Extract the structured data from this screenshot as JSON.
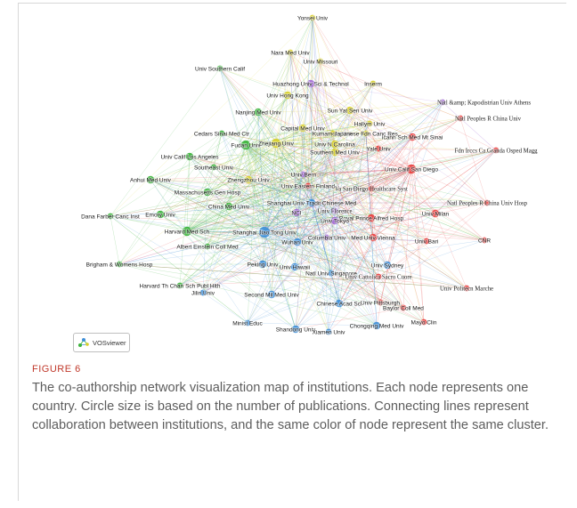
{
  "figure": {
    "label": "FIGURE 6",
    "caption": "The co-authorship network visualization map of institutions. Each node represents one country. Circle size is based on the number of publications. Connecting lines represent collaboration between institutions, and the same color of node represent the same cluster."
  },
  "logo": {
    "text": "VOSviewer",
    "icon": "vosviewer-network-icon"
  },
  "clusters": {
    "red": "#e8403f",
    "green": "#3bb33b",
    "blue": "#3f8fd8",
    "yellow": "#d8cf2a",
    "purple": "#a36ad6"
  },
  "nodes": [
    {
      "label": "Yonsei Univ",
      "cluster": "yellow",
      "size": 2
    },
    {
      "label": "Nara Med Univ",
      "cluster": "yellow",
      "size": 2
    },
    {
      "label": "Univ Missouri",
      "cluster": "yellow",
      "size": 2
    },
    {
      "label": "Univ Southern Calif",
      "cluster": "green",
      "size": 2
    },
    {
      "label": "Inserm",
      "cluster": "yellow",
      "size": 2
    },
    {
      "label": "Huazhong Univ Sci & Technol",
      "cluster": "purple",
      "size": 3
    },
    {
      "label": "Natl &amp; Kapodistrian Univ Athens",
      "cluster": "purple",
      "size": 2
    },
    {
      "label": "Univ Hong Kong",
      "cluster": "yellow",
      "size": 3
    },
    {
      "label": "Sun Yat Sen Univ",
      "cluster": "yellow",
      "size": 3
    },
    {
      "label": "Nanjing Med Univ",
      "cluster": "green",
      "size": 3
    },
    {
      "label": "Capital Med Univ",
      "cluster": "yellow",
      "size": 3
    },
    {
      "label": "Hallym Univ",
      "cluster": "yellow",
      "size": 2
    },
    {
      "label": "Natl Peoples R China Univ",
      "cluster": "red",
      "size": 2
    },
    {
      "label": "Cedars Sinai Med Ctr",
      "cluster": "green",
      "size": 2
    },
    {
      "label": "Kumamoto Univ",
      "cluster": "yellow",
      "size": 2
    },
    {
      "label": "Icahn Sch Med Mt Sinai",
      "cluster": "red",
      "size": 3
    },
    {
      "label": "Japanese Fdn Canc Res",
      "cluster": "yellow",
      "size": 2
    },
    {
      "label": "Fudan Univ",
      "cluster": "green",
      "size": 4
    },
    {
      "label": "Zhejiang Univ",
      "cluster": "yellow",
      "size": 4
    },
    {
      "label": "Univ N Carolina",
      "cluster": "yellow",
      "size": 3
    },
    {
      "label": "Yale Univ",
      "cluster": "red",
      "size": 2
    },
    {
      "label": "Univ Calif Los Angeles",
      "cluster": "green",
      "size": 3
    },
    {
      "label": "Southern Med Univ",
      "cluster": "yellow",
      "size": 3
    },
    {
      "label": "Fdn Irccs Ca Granda Osped Magg",
      "cluster": "red",
      "size": 2
    },
    {
      "label": "Southeast Univ",
      "cluster": "green",
      "size": 2
    },
    {
      "label": "Univ Calif San Diego",
      "cluster": "red",
      "size": 4
    },
    {
      "label": "Anhui Med Univ",
      "cluster": "green",
      "size": 3
    },
    {
      "label": "Zhengzhou Univ",
      "cluster": "yellow",
      "size": 3
    },
    {
      "label": "Univ Bern",
      "cluster": "purple",
      "size": 2
    },
    {
      "label": "Massachusetts Gen Hosp",
      "cluster": "green",
      "size": 3
    },
    {
      "label": "Univ Eastern Finland",
      "cluster": "red",
      "size": 2
    },
    {
      "label": "Va San Diego Healthcare Syst",
      "cluster": "red",
      "size": 2
    },
    {
      "label": "China Med Univ",
      "cluster": "green",
      "size": 3
    },
    {
      "label": "Shanghai Univ Tradit Chinese Med",
      "cluster": "blue",
      "size": 3
    },
    {
      "label": "NCI",
      "cluster": "purple",
      "size": 3
    },
    {
      "label": "Univ Florence",
      "cluster": "purple",
      "size": 2
    },
    {
      "label": "Univ Milan",
      "cluster": "red",
      "size": 3
    },
    {
      "label": "Natl Peoples R China Univ Hosp",
      "cluster": "red",
      "size": 2
    },
    {
      "label": "Dana Farber Canc Inst",
      "cluster": "green",
      "size": 2
    },
    {
      "label": "Emory Univ",
      "cluster": "green",
      "size": 3
    },
    {
      "label": "Royal Prince Alfred Hosp",
      "cluster": "red",
      "size": 3
    },
    {
      "label": "Harvard Med Sch",
      "cluster": "green",
      "size": 4
    },
    {
      "label": "Shanghai Jiao Tong Univ",
      "cluster": "blue",
      "size": 5
    },
    {
      "label": "Univ Tokyo",
      "cluster": "purple",
      "size": 3
    },
    {
      "label": "Med Univ Vienna",
      "cluster": "red",
      "size": 3
    },
    {
      "label": "Univ Bari",
      "cluster": "red",
      "size": 2
    },
    {
      "label": "CNR",
      "cluster": "red",
      "size": 2
    },
    {
      "label": "Albert Einstein Coll Med",
      "cluster": "green",
      "size": 2
    },
    {
      "label": "Wuhan Univ",
      "cluster": "blue",
      "size": 3
    },
    {
      "label": "Columbia Univ",
      "cluster": "purple",
      "size": 2
    },
    {
      "label": "Brigham & Womens Hosp",
      "cluster": "green",
      "size": 2
    },
    {
      "label": "Peking Univ",
      "cluster": "blue",
      "size": 3
    },
    {
      "label": "Univ Hawaii",
      "cluster": "blue",
      "size": 3
    },
    {
      "label": "Natl Univ Singapore",
      "cluster": "blue",
      "size": 2
    },
    {
      "label": "Univ Sydney",
      "cluster": "blue",
      "size": 3
    },
    {
      "label": "Harvard Th Chan Sch Publ Hlth",
      "cluster": "green",
      "size": 2
    },
    {
      "label": "Univ Cattolica Sacro Cuore",
      "cluster": "red",
      "size": 2
    },
    {
      "label": "Univ Politecn Marche",
      "cluster": "red",
      "size": 2
    },
    {
      "label": "Jilin Univ",
      "cluster": "blue",
      "size": 2
    },
    {
      "label": "Second Mil Med Univ",
      "cluster": "blue",
      "size": 3
    },
    {
      "label": "Chinese Acad Sci",
      "cluster": "blue",
      "size": 3
    },
    {
      "label": "Univ Pittsburgh",
      "cluster": "red",
      "size": 2
    },
    {
      "label": "Baylor Coll Med",
      "cluster": "red",
      "size": 2
    },
    {
      "label": "Mayo Clin",
      "cluster": "red",
      "size": 2
    },
    {
      "label": "Minist Educ",
      "cluster": "blue",
      "size": 2
    },
    {
      "label": "Shandong Univ",
      "cluster": "blue",
      "size": 3
    },
    {
      "label": "Xiamen Univ",
      "cluster": "blue",
      "size": 2
    },
    {
      "label": "Chongqing Med Univ",
      "cluster": "blue",
      "size": 3
    }
  ]
}
